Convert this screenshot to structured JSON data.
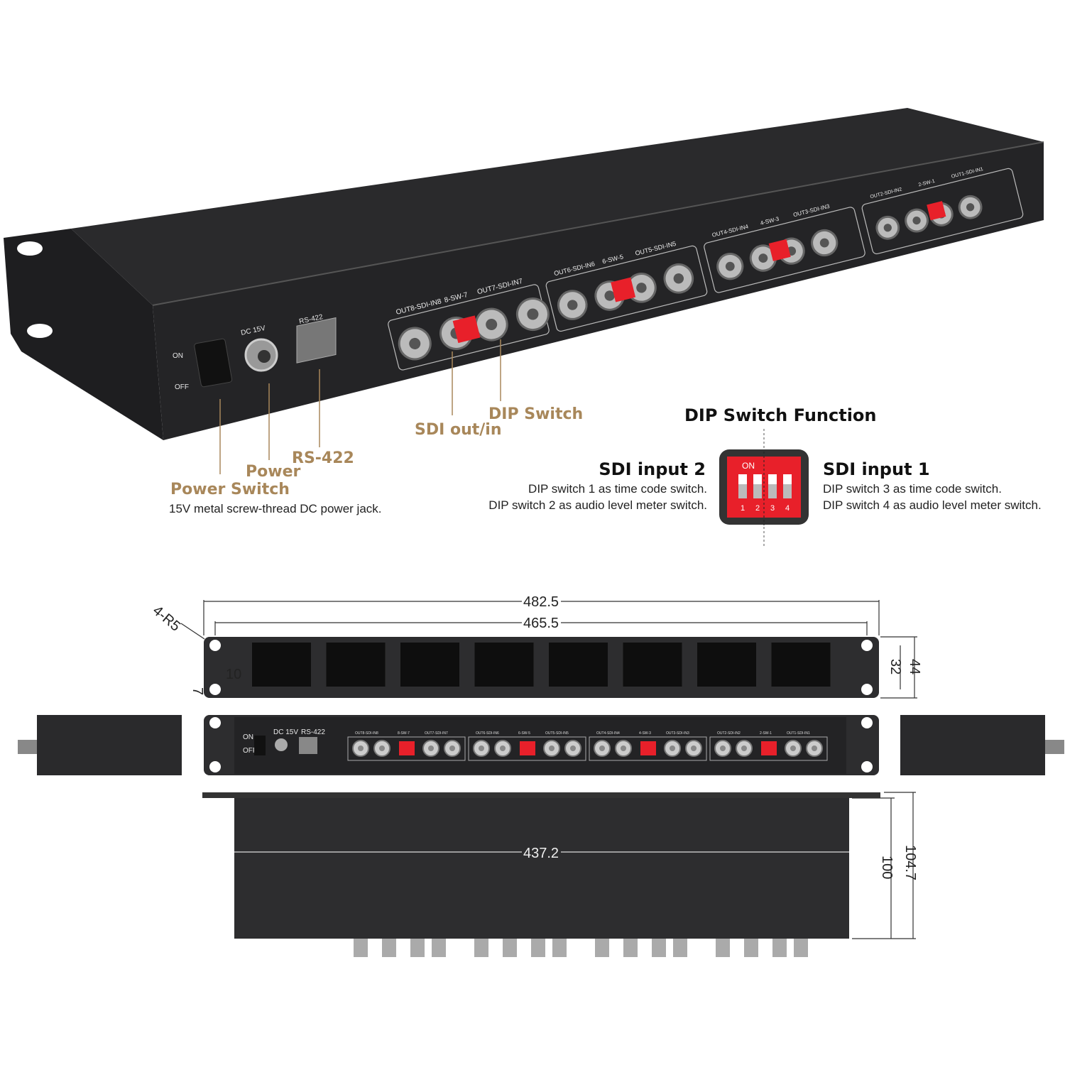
{
  "device": {
    "power_on": "ON",
    "power_off": "OFF",
    "dc_label": "DC 15V",
    "rs422_label": "RS-422",
    "channels": [
      "OUT8-SDI-IN8",
      "OUT7-SDI-IN7",
      "OUT6-SDI-IN6",
      "OUT5-SDI-IN5",
      "OUT4-SDI-IN4",
      "OUT3-SDI-IN3",
      "OUT2-SDI-IN2",
      "OUT1-SDI-IN1"
    ],
    "switches": [
      "8-SW-7",
      "6-SW-5",
      "4-SW-3",
      "2-SW-1"
    ]
  },
  "callouts": {
    "sdi": "SDI out/in",
    "dip": "DIP Switch",
    "rs422": "RS-422",
    "power": "Power",
    "power_switch": "Power Switch",
    "power_desc": "15V metal screw-thread DC power jack."
  },
  "dip_function": {
    "title": "DIP Switch Function",
    "left_title": "SDI input 2",
    "left_line1": "DIP switch 1 as time code switch.",
    "left_line2": "DIP switch 2 as audio level meter switch.",
    "right_title": "SDI input 1",
    "right_line1": "DIP switch 3 as time code switch.",
    "right_line2": "DIP switch 4 as audio level meter switch.",
    "on_label": "ON",
    "numbers": [
      "1",
      "2",
      "3",
      "4"
    ],
    "color": "#e8202a"
  },
  "dimensions": {
    "radius": "4-R5",
    "overall_width": "482.5",
    "hole_spacing": "465.5",
    "height_inner": "32",
    "height_outer": "44",
    "hole_offset_x": "10",
    "hole_offset_y": "7",
    "body_width": "437.2",
    "depth_inner": "100",
    "depth_outer": "104.7"
  }
}
